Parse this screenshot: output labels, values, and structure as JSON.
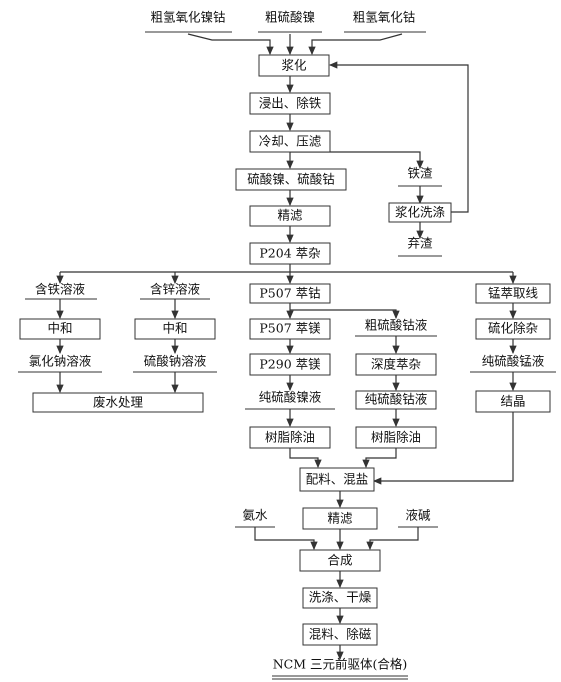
{
  "diagram": {
    "inputs": {
      "crude_nickel_cobalt_hydroxide_1": "粗氢氧化镍钴",
      "crude_nickel_sulfate": "粗硫酸镍",
      "crude_nickel_cobalt_hydroxide_2": "粗氢氧化钴"
    },
    "steps": {
      "slurry": "浆化",
      "leach_fe_removal": "浸出、除铁",
      "cool_press_filter": "冷却、压滤",
      "ni_co_sulfate": "硫酸镍、硫酸钴",
      "fine_filter_1": "精滤",
      "p204_extraction": "P204 萃杂",
      "iron_slag": "铁渣",
      "slurry_washing": "浆化洗涤",
      "discard_slag": "弃渣",
      "fe_solution": "含铁溶液",
      "zn_solution": "含锌溶液",
      "p507_cobalt": "P507 萃钴",
      "mn_extract_line": "锰萃取线",
      "neutralize_1": "中和",
      "neutralize_2": "中和",
      "p507_nickel": "P507 萃镁",
      "crude_cobalt_sulfate_solution": "粗硫酸钴液",
      "sulfide_impurity_removal": "硫化除杂",
      "nacl_solution": "氯化钠溶液",
      "na2so4_solution": "硫酸钠溶液",
      "p290_nickel": "P290 萃镁",
      "deep_extraction": "深度萃杂",
      "pure_mn_sulfate": "纯硫酸锰液",
      "wastewater": "废水处理",
      "pure_ni_sulfate": "纯硫酸镍液",
      "pure_co_sulfate": "纯硫酸钴液",
      "crystallize": "结晶",
      "resin_oil_removal_1": "树脂除油",
      "resin_oil_removal_2": "树脂除油",
      "batching_mixing": "配料、混盐",
      "ammonia": "氨水",
      "fine_filter_2": "精滤",
      "caustic": "液碱",
      "synthesis": "合成",
      "wash_dry": "洗涤、干燥",
      "mix_demag": "混料、除磁",
      "product": "NCM 三元前驱体(合格)"
    }
  }
}
